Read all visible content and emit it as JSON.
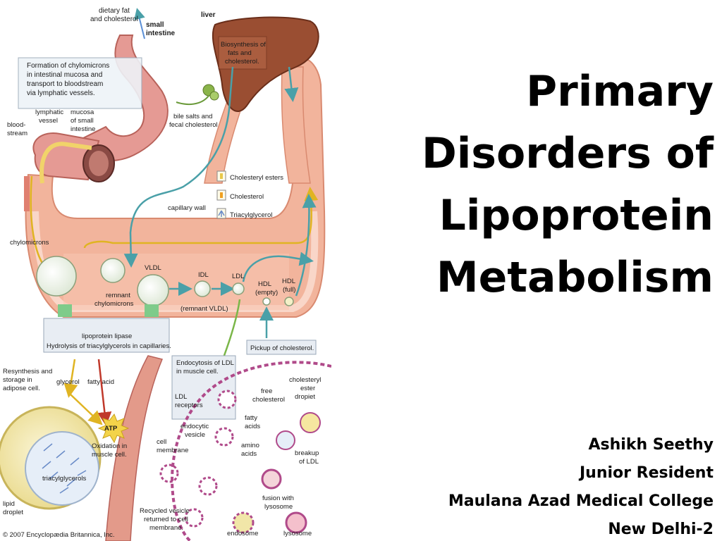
{
  "slide": {
    "title_lines": [
      "Primary",
      "Disorders of",
      "Lipoprotein",
      "Metabolism"
    ],
    "author": {
      "name": "Ashikh Seethy",
      "role": "Junior Resident",
      "institution": "Maulana Azad Medical College",
      "city": "New Delhi-2"
    }
  },
  "diagram": {
    "labels": {
      "dietary_fat_1": "dietary fat",
      "dietary_fat_2": "and cholesterol",
      "small_int_1": "small",
      "small_int_2": "intestine",
      "liver": "liver",
      "biosynth_1": "Biosynthesis of",
      "biosynth_2": "fats and",
      "biosynth_3": "cholesterol.",
      "formation_1": "Formation of chylomicrons",
      "formation_2": "in intestinal mucosa and",
      "formation_3": "transport to bloodstream",
      "formation_4": "via lymphatic vessels.",
      "lymphatic_1": "lymphatic",
      "lymphatic_2": "vessel",
      "blood_1": "blood-",
      "blood_2": "stream",
      "mucosa_1": "mucosa",
      "mucosa_2": "of small",
      "mucosa_3": "intestine",
      "bile_1": "bile salts and",
      "bile_2": "fecal cholesterol",
      "capillary_wall": "capillary wall",
      "chylomicrons": "chylomicrons",
      "remnant_1": "remnant",
      "remnant_2": "chylomicrons",
      "vldl": "VLDL",
      "idl": "IDL",
      "remnant_vldl": "(remnant VLDL)",
      "ldl": "LDL",
      "hdl_empty_1": "HDL",
      "hdl_empty_2": "(empty)",
      "hdl_full_1": "HDL",
      "hdl_full_2": "(full)",
      "lipoprotein_lipase": "lipoprotein lipase",
      "hydrolysis": "Hydrolysis of triacylglycerols in capillaries.",
      "pickup": "Pickup of cholesterol.",
      "resynth_1": "Resynthesis and",
      "resynth_2": "storage in",
      "resynth_3": "adipose cell.",
      "glycerol": "glycerol",
      "fatty_acid": "fatty acid",
      "atp": "ATP",
      "oxidation_1": "Oxidation in",
      "oxidation_2": "muscle cell.",
      "triacylglycerols": "triacylglycerols",
      "lipid_1": "lipid",
      "lipid_2": "droplet",
      "endocytosis_1": "Endocytosis of LDL",
      "endocytosis_2": "in muscle cell.",
      "ldl_rec_1": "LDL",
      "ldl_rec_2": "receptors",
      "endocytic_1": "endocytic",
      "endocytic_2": "vesicle",
      "cell_mem_1": "cell",
      "cell_mem_2": "membrane",
      "free_chol_1": "free",
      "free_chol_2": "cholesterol",
      "chol_ester_1": "cholesteryl",
      "chol_ester_2": "ester",
      "chol_ester_3": "dropiet",
      "fatty_acids_1": "fatty",
      "fatty_acids_2": "acids",
      "amino_1": "amino",
      "amino_2": "acids",
      "breakup_1": "breakup",
      "breakup_2": "of LDL",
      "fusion_1": "fusion with",
      "fusion_2": "lysosome",
      "recycled_1": "Recycled vesicle",
      "recycled_2": "returned to cell",
      "recycled_3": "membrane.",
      "endosome": "endosome",
      "lysosome": "lysosome",
      "copyright": "© 2007 Encyclopædia Britannica, Inc."
    },
    "legend": [
      {
        "label": "Cholesteryl esters",
        "icon": "cholesteryl-esters-icon",
        "color": "#e8c84a"
      },
      {
        "label": "Cholesterol",
        "icon": "cholesterol-icon",
        "color": "#f0a020"
      },
      {
        "label": "Triacylglycerol",
        "icon": "triacylglycerol-icon",
        "color": "#6a8cc8"
      }
    ],
    "colors": {
      "vessel": "#f2b49c",
      "vessel_inner": "#f9d6c8",
      "intestine": "#e59a94",
      "liver": "#9a4e32",
      "arrow_yellow": "#e0b422",
      "arrow_blue": "#4aa0a8",
      "arrow_green": "#7ab648",
      "arrow_red": "#c0392b",
      "cell_membrane": "#b04a8a",
      "adipose": "#f3e7a8"
    }
  }
}
